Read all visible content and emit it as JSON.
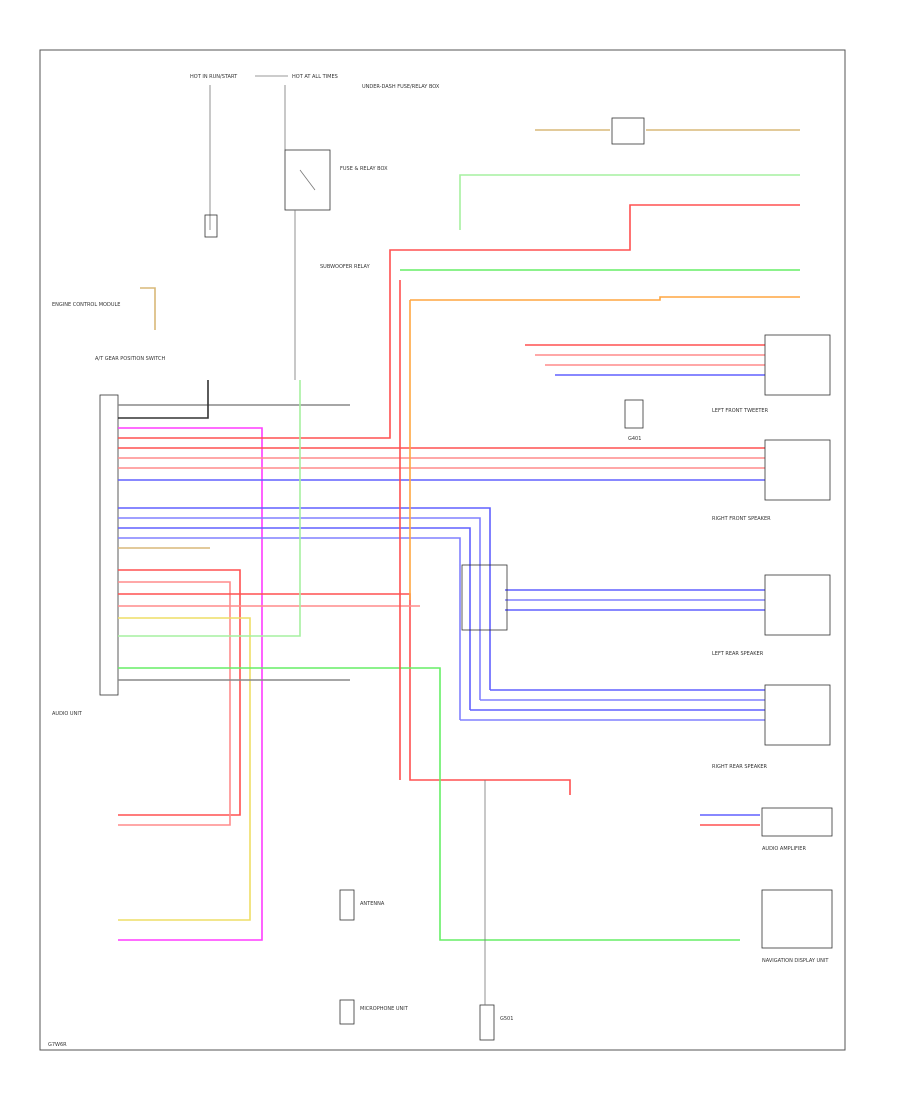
{
  "figure_code": "G7W6R",
  "colors": {
    "pink": "#ff3cff",
    "red": "#ff5050",
    "redblue": "#ff8c8c",
    "orange": "#ffa640",
    "green": "#66ee66",
    "lightgreen": "#a6f0a0",
    "blue": "#6060ff",
    "blueviolet": "#8080ff",
    "yellow": "#eedd66",
    "gray": "#888888",
    "black": "#333333",
    "tan": "#d8b878"
  },
  "labels": {
    "top_fuse_left": "HOT IN RUN/START",
    "top_fuse_right": "HOT AT ALL TIMES",
    "fuse_box_left": "FUSE & RELAY BOX",
    "fuse_box_right": "UNDER-DASH FUSE/RELAY BOX",
    "engine_control": "ENGINE CONTROL MODULE",
    "trans_module": "A/T GEAR POSITION SWITCH",
    "audio_unit": "AUDIO UNIT",
    "navi_unit": "NAVIGATION DISPLAY UNIT",
    "front_door_speaker_l": "LEFT FRONT TWEETER",
    "front_door_speaker_r": "RIGHT FRONT SPEAKER",
    "rear_speaker_l": "LEFT REAR SPEAKER",
    "rear_speaker_r": "RIGHT REAR SPEAKER",
    "sub_relay": "SUBWOOFER RELAY",
    "ground_label": "G401",
    "antenna": "ANTENNA",
    "ground_bottom": "G501",
    "mic_unit": "MICROPHONE UNIT",
    "amp_unit": "AUDIO AMPLIFIER"
  }
}
